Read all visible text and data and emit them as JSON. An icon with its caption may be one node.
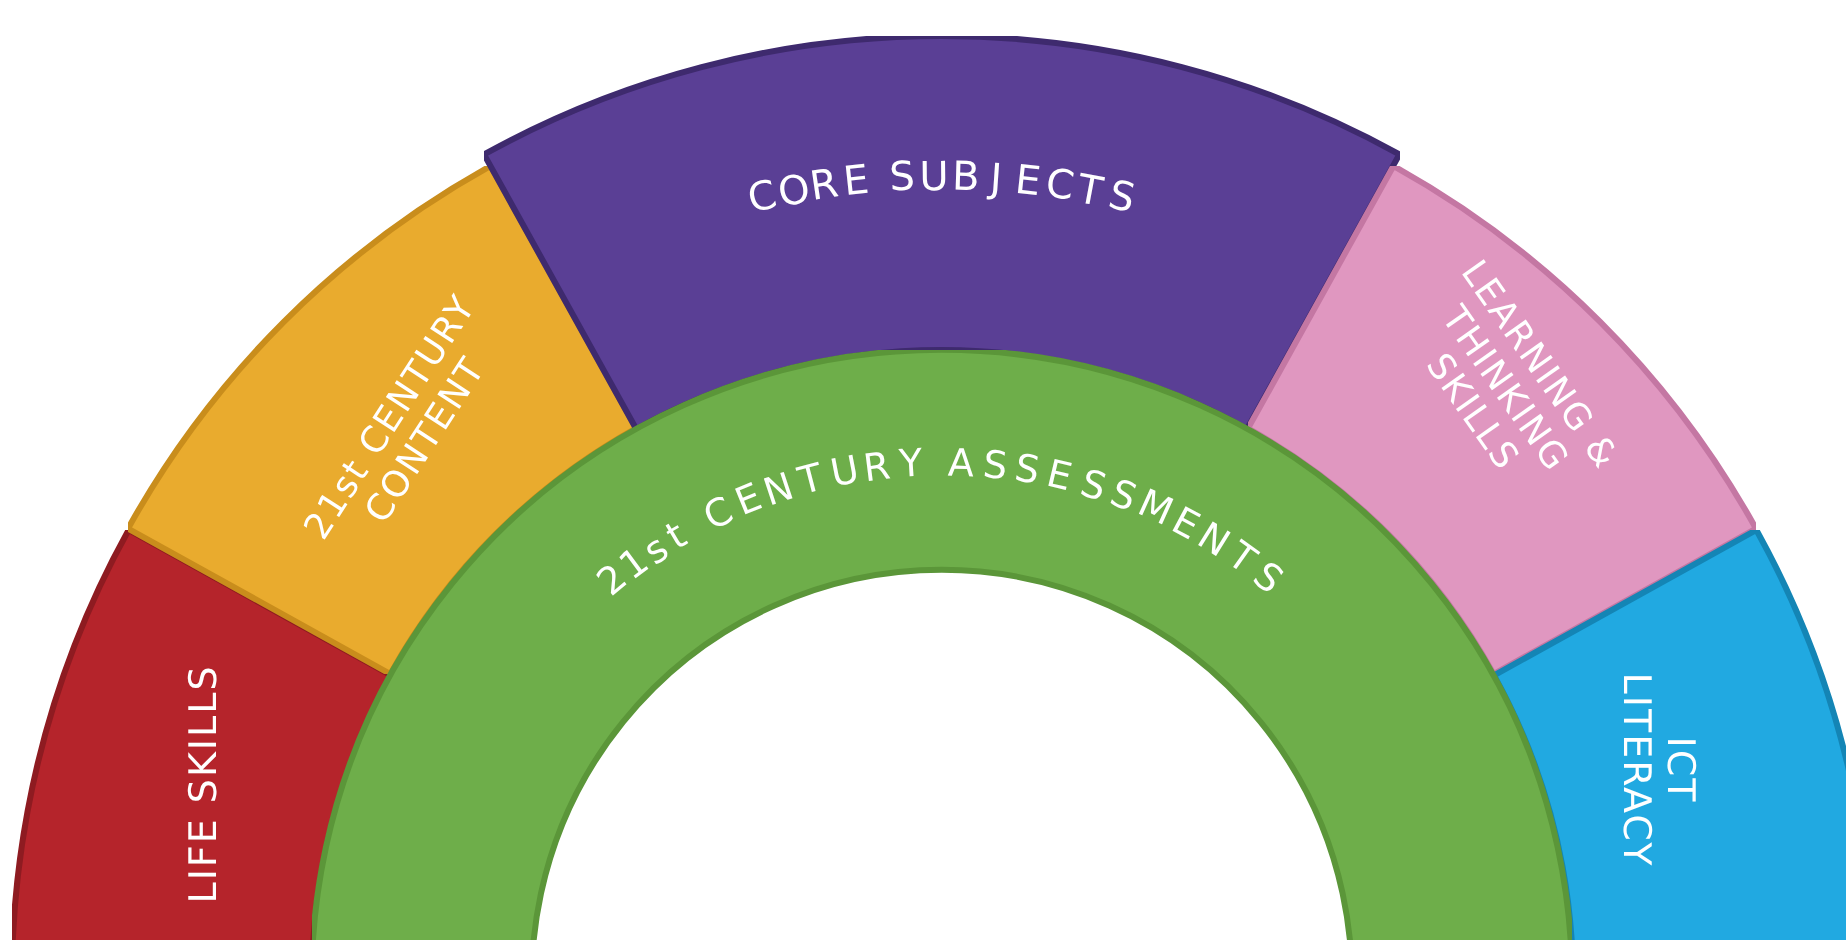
{
  "diagram": {
    "nodes": [
      {
        "text": [
          "LIFE SKILLS"
        ]
      },
      {
        "text": [
          "21st CENTURY CONTENT"
        ]
      },
      {
        "text": [
          "CORE SUBJECTS"
        ]
      },
      {
        "text": [
          "LEARNING & THINKING SKILLS"
        ]
      },
      {
        "text": [
          "ICT LITERACY"
        ]
      },
      {
        "text": [
          "21st CENTURY ASSESSMENTS"
        ]
      }
    ]
  }
}
